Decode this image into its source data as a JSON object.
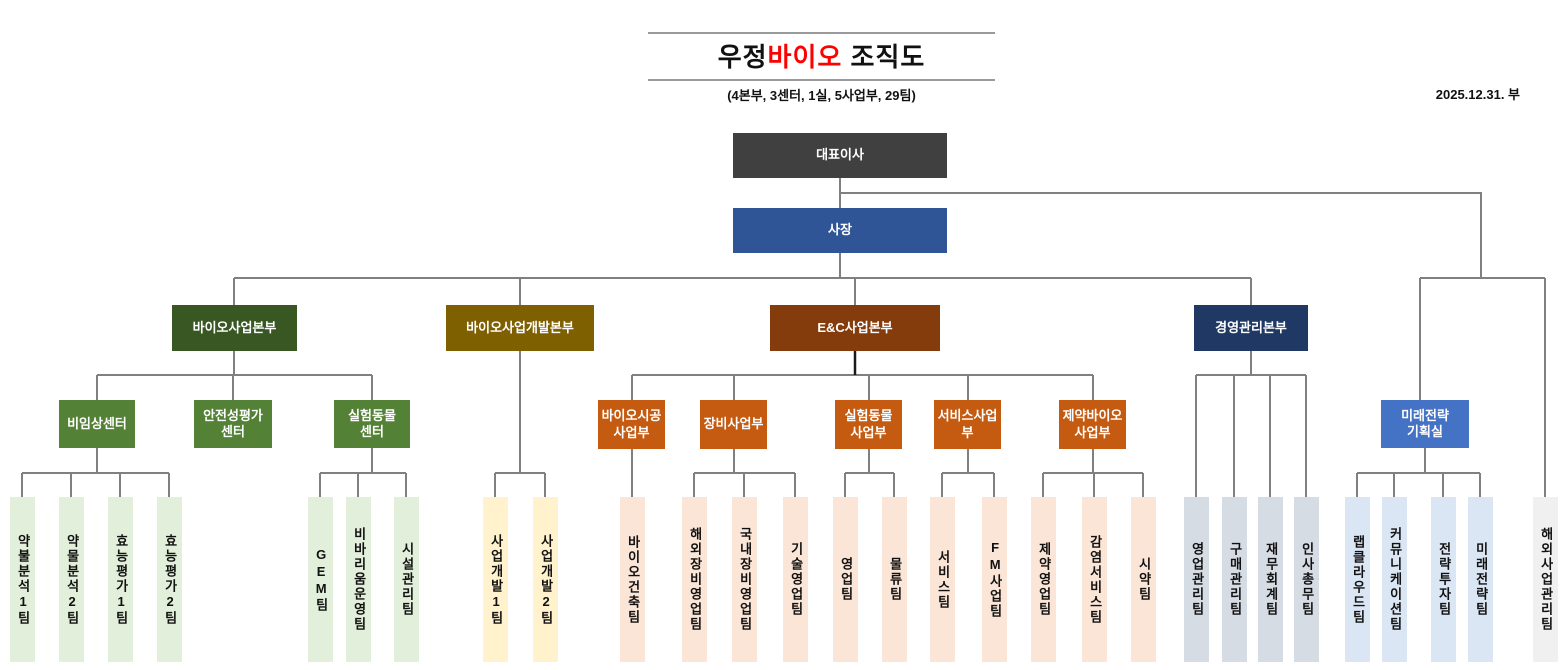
{
  "header": {
    "title_prefix": "우정",
    "title_highlight": "바이오",
    "title_suffix": " 조직도",
    "subtitle": "(4본부, 3센터, 1실, 5사업부, 29팀)",
    "date_note": "2025.12.31. 부",
    "highlight_color": "#ff0000"
  },
  "org": {
    "ceo": "대표이사",
    "president": "사장",
    "divisions": {
      "bio": "바이오사업본부",
      "biodev": "바이오사업개발본부",
      "enc": "E&C사업본부",
      "mgmt": "경영관리본부"
    },
    "future_office": "미래전략\n기획실",
    "centers": [
      "비임상센터",
      "안전성평가\n센터",
      "실험동물\n센터"
    ],
    "enc_subs": [
      "바이오시공\n사업부",
      "장비사업부",
      "실험동물\n사업부",
      "서비스사업\n부",
      "제약바이오\n사업부"
    ],
    "teams_nonclinical": [
      "약불분석1팀",
      "약물분석2팀",
      "효능평가1팀",
      "효능평가2팀"
    ],
    "teams_labanimal_center": [
      "GEM팀",
      "비바리움운영팀",
      "시설관리팀"
    ],
    "teams_biodev": [
      "사업개발1팀",
      "사업개발2팀"
    ],
    "teams_enc": [
      "바이오건축팀",
      "해외장비영업팀",
      "국내장비영업팀",
      "기술영업팀",
      "영업팀",
      "물류팀",
      "서비스팀",
      "FM사업팀",
      "제약영업팀",
      "감염서비스팀",
      "시약팀"
    ],
    "teams_mgmt": [
      "영업관리팀",
      "구매관리팀",
      "재무회계팀",
      "인사총무팀"
    ],
    "teams_future": [
      "랩클라우드팀",
      "커뮤니케이션팀",
      "전략투자팀",
      "미래전략팀"
    ],
    "team_overseas": "해외사업관리팀"
  },
  "colors": {
    "ceo": "#404040",
    "president": "#2f5597",
    "division_bio": "#385723",
    "division_biodev": "#7f6000",
    "division_enc": "#843c0c",
    "division_mgmt": "#1f3864",
    "center_green": "#538135",
    "enc_sub_orange": "#c55a11",
    "future_office_blue": "#4472c4",
    "team_green": "#e2efda",
    "team_yellow": "#fff2cc",
    "team_peach": "#fbe5d6",
    "team_gray": "#d6dce4",
    "team_blue": "#dae6f3",
    "team_lightgray": "#f0f0f0",
    "connector": "#808080"
  }
}
